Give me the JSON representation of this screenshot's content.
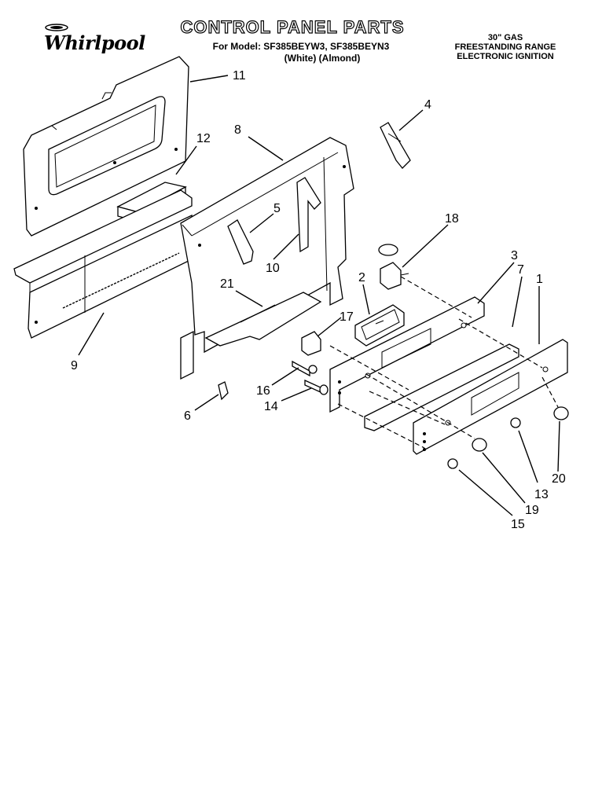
{
  "header": {
    "brand": "Whirlpool",
    "title": "CONTROL PANEL PARTS",
    "model_line": "For Model: SF385BEYW3, SF385BEYN3",
    "color_line": "(White)   (Almond)",
    "description": [
      "30\" GAS",
      "FREESTANDING RANGE",
      "ELECTRONIC IGNITION"
    ]
  },
  "callouts": [
    "11",
    "12",
    "8",
    "4",
    "5",
    "10",
    "18",
    "3",
    "7",
    "1",
    "2",
    "21",
    "17",
    "9",
    "16",
    "14",
    "6",
    "13",
    "20",
    "19",
    "15"
  ],
  "icons": {
    "logo": "whirlpool-logo"
  }
}
